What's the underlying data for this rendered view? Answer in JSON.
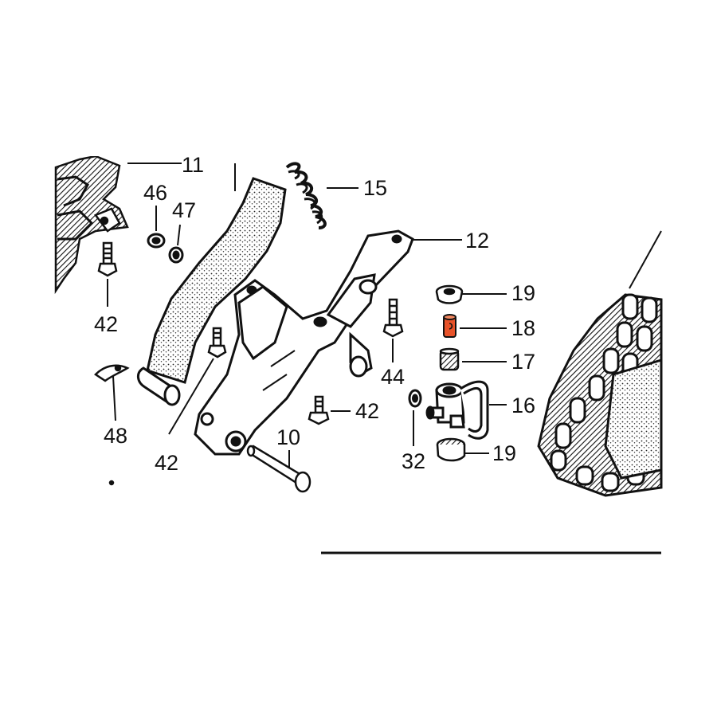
{
  "diagram": {
    "colors": {
      "ink": "#111111",
      "paper": "#ffffff",
      "highlight": "#e8532a"
    },
    "callouts": [
      {
        "id": "c11",
        "label": "11",
        "part": "crankcase-cover"
      },
      {
        "id": "c15",
        "label": "15",
        "part": "spring"
      },
      {
        "id": "c46",
        "label": "46",
        "part": "nut"
      },
      {
        "id": "c47",
        "label": "47",
        "part": "washer"
      },
      {
        "id": "c12",
        "label": "12",
        "part": "bracket"
      },
      {
        "id": "c19a",
        "label": "19",
        "part": "rubber-cap-upper"
      },
      {
        "id": "c18",
        "label": "18",
        "part": "collar"
      },
      {
        "id": "c17",
        "label": "17",
        "part": "filter"
      },
      {
        "id": "c16",
        "label": "16",
        "part": "joint"
      },
      {
        "id": "c19b",
        "label": "19",
        "part": "rubber-cap-lower"
      },
      {
        "id": "c42a",
        "label": "42",
        "part": "bolt"
      },
      {
        "id": "c44",
        "label": "44",
        "part": "bolt"
      },
      {
        "id": "c42b",
        "label": "42",
        "part": "bolt"
      },
      {
        "id": "c48",
        "label": "48",
        "part": "clip"
      },
      {
        "id": "c42c",
        "label": "42",
        "part": "bolt"
      },
      {
        "id": "c10",
        "label": "10",
        "part": "pin"
      },
      {
        "id": "c32",
        "label": "32",
        "part": "washer"
      }
    ],
    "highlighted_part": "18"
  }
}
